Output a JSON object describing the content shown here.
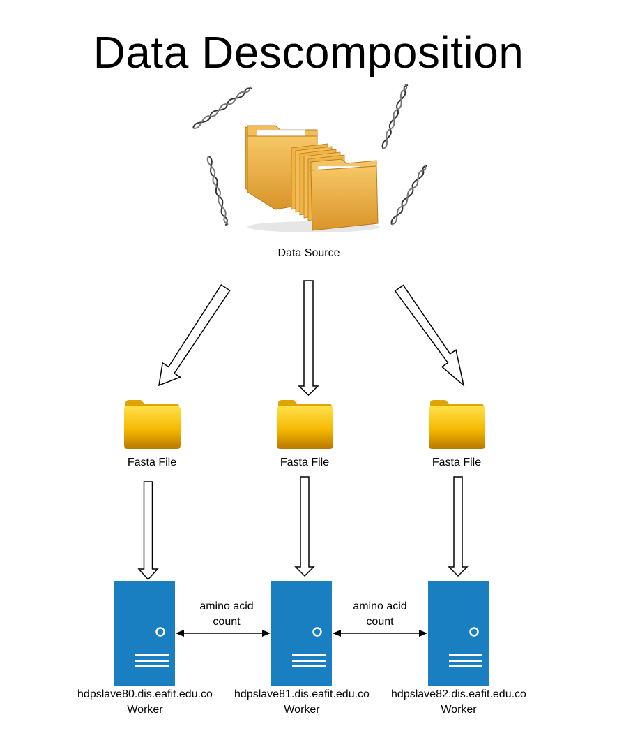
{
  "title": "Data Descomposition",
  "source": {
    "label": "Data Source",
    "icon": "folders-icon"
  },
  "dna_icon": "dna-helix-icon",
  "files": [
    {
      "label": "Fasta File",
      "icon": "folder-icon"
    },
    {
      "label": "Fasta File",
      "icon": "folder-icon"
    },
    {
      "label": "Fasta File",
      "icon": "folder-icon"
    }
  ],
  "workers": [
    {
      "host": "hdpslave80.dis.eafit.edu.co",
      "role": "Worker",
      "icon": "server-icon"
    },
    {
      "host": "hdpslave81.dis.eafit.edu.co",
      "role": "Worker",
      "icon": "server-icon"
    },
    {
      "host": "hdpslave82.dis.eafit.edu.co",
      "role": "Worker",
      "icon": "server-icon"
    }
  ],
  "links": [
    {
      "label_line1": "amino acid",
      "label_line2": "count"
    },
    {
      "label_line1": "amino acid",
      "label_line2": "count"
    }
  ],
  "colors": {
    "server": "#1a7fc1",
    "folder_top": "#ffd21a",
    "folder_bottom": "#c98a00",
    "manila": "#f0b444",
    "arrow_fill": "#ffffff",
    "arrow_stroke": "#000000"
  }
}
